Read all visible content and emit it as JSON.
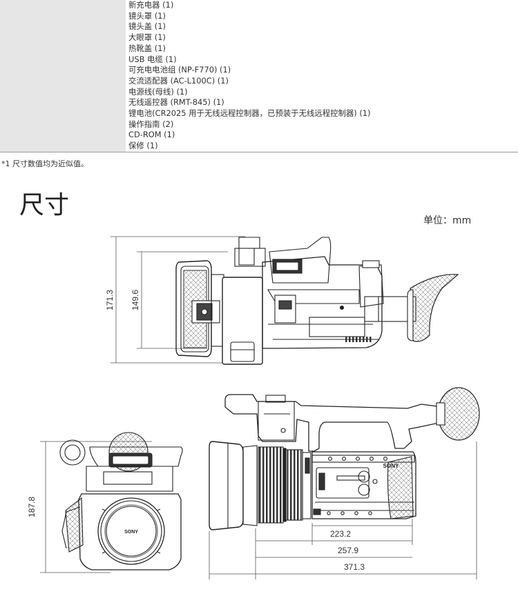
{
  "accessories": {
    "items": [
      "新充电器 (1)",
      "镜头罩 (1)",
      "镜头盖 (1)",
      "大眼罩 (1)",
      "热靴盖 (1)",
      "USB 电缆 (1)",
      "可充电电池组 (NP-F770) (1)",
      "交流适配器 (AC-L100C) (1)",
      "电源线(母线) (1)",
      "无线遥控器 (RMT-845) (1)",
      "锂电池(CR2025 用于无线远程控制器，已预装于无线远程控制器) (1)",
      "操作指南 (2)",
      "CD-ROM (1)",
      "保修 (1)"
    ]
  },
  "footnote": "*1 尺寸数值均为近似值。",
  "dimensions": {
    "title": "尺寸",
    "unit_label": "单位：mm",
    "top_view": {
      "height_overall": "171.3",
      "height_body": "149.6"
    },
    "front_view": {
      "height": "187.8"
    },
    "side_view": {
      "length_body": "223.2",
      "length_lens": "257.9",
      "length_overall": "371.3"
    },
    "logo_text": "SONY"
  }
}
